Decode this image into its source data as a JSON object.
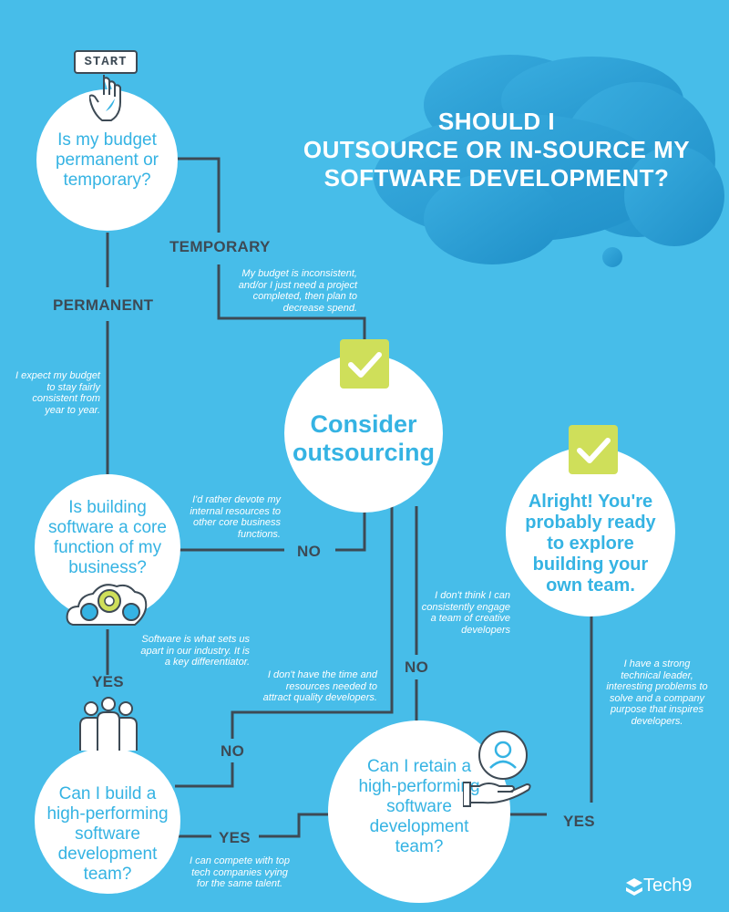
{
  "title": "SHOULD I\nOUTSOURCE OR IN-SOURCE MY\nSOFTWARE DEVELOPMENT?",
  "start_label": "START",
  "nodes": {
    "budget": "Is my budget\npermanent or\ntemporary?",
    "core": "Is building\nsoftware a core\nfunction of my\nbusiness?",
    "build": "Can I build a\nhigh-performing\nsoftware\ndevelopment\nteam?",
    "retain": "Can I retain a\nhigh-performing\nsoftware\ndevelopment\nteam?",
    "outsource": "Consider\noutsourcing",
    "own_team": "Alright! You're\nprobably ready\nto explore\nbuilding your\nown team."
  },
  "labels": {
    "temporary": "TEMPORARY",
    "permanent": "PERMANENT",
    "no_core": "NO",
    "yes_core": "YES",
    "no_build": "NO",
    "yes_build": "YES",
    "no_retain": "NO",
    "yes_retain": "YES"
  },
  "notes": {
    "temporary": "My budget is inconsistent,\nand/or I just need a project\ncompleted, then plan to\ndecrease spend.",
    "permanent": "I expect my budget\nto stay fairly\nconsistent from\nyear to year.",
    "no_core": "I'd rather devote my\ninternal resources to\nother core business\nfunctions.",
    "yes_core": "Software is what sets us\napart in our industry. It is\na key differentiator.",
    "no_build": "I don't have the time and\nresources needed to\nattract quality developers.",
    "yes_build": "I can compete with top\ntech companies vying\nfor the same talent.",
    "no_retain": "I don't think I can\nconsistently engage\na team of creative\ndevelopers",
    "yes_retain": "I have a strong\ntechnical leader,\ninteresting problems to\nsolve and a company\npurpose that inspires\ndevelopers."
  },
  "brand": "Tech9",
  "colors": {
    "background": "#47bde9",
    "cloud": "#2e9fd6",
    "connector": "#3d4a55",
    "check": "#cfdf5a",
    "node_text": "#35b3e3"
  }
}
